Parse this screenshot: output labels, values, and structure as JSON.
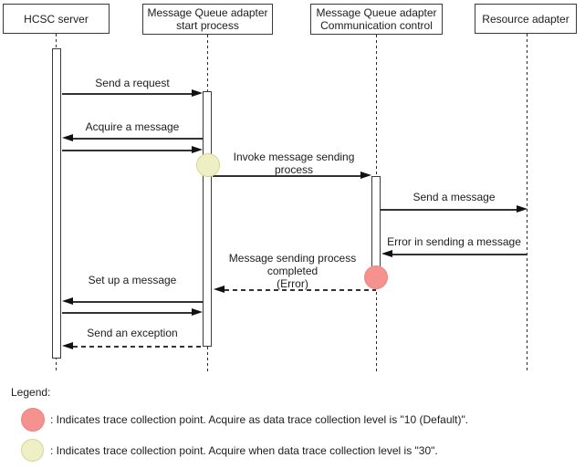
{
  "diagram": {
    "actors": [
      {
        "label": "HCSC server"
      },
      {
        "label": "Message Queue adapter\nstart process"
      },
      {
        "label": "Message Queue adapter\nCommunication control"
      },
      {
        "label": "Resource adapter"
      }
    ],
    "messages": [
      {
        "label": "Send a request"
      },
      {
        "label": "Acquire a message"
      },
      {
        "label": "Invoke message sending\nprocess"
      },
      {
        "label": "Send a message"
      },
      {
        "label": "Error in sending a message"
      },
      {
        "label": "Message sending process\ncompleted\n(Error)"
      },
      {
        "label": "Set up a message"
      },
      {
        "label": "Send an exception"
      }
    ],
    "trace_points": [
      {
        "name": "trace-collection-level-30",
        "color": "#efefc5"
      },
      {
        "name": "trace-collection-level-10-default",
        "color": "#f5918e"
      }
    ]
  },
  "legend": {
    "title": "Legend:",
    "items": [
      {
        "color": "#f5918e",
        "text": ": Indicates trace collection point. Acquire as data trace collection level is \"10 (Default)\"."
      },
      {
        "color": "#efefc5",
        "text": ": Indicates trace collection point. Acquire when data trace collection level is \"30\"."
      }
    ]
  }
}
